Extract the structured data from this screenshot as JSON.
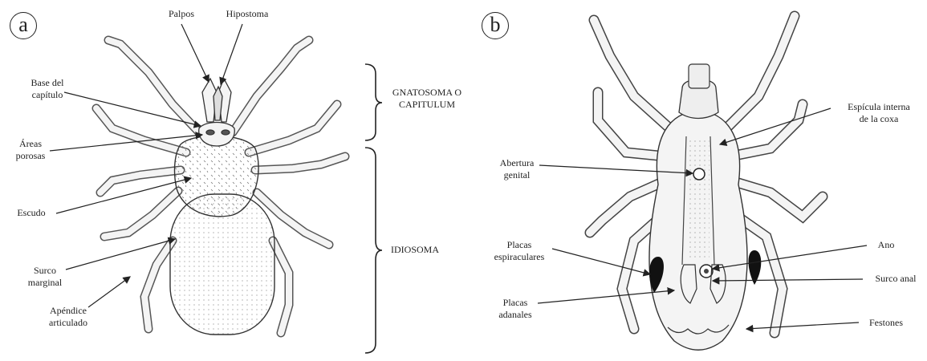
{
  "panel_a": {
    "badge": "a",
    "labels": {
      "palpos": "Palpos",
      "hipostoma": "Hipostoma",
      "base_capitulo": "Base del\ncapítulo",
      "areas_porosas": "Áreas\nporosas",
      "escudo": "Escudo",
      "surco_marginal": "Surco\nmarginal",
      "apendice": "Apéndice\narticulado",
      "gnatosoma": "GNATOSOMA O\nCAPITULUM",
      "idiosoma": "IDIOSOMA"
    }
  },
  "panel_b": {
    "badge": "b",
    "labels": {
      "espicula": "Espícula interna\nde la coxa",
      "abertura": "Abertura\ngenital",
      "ano": "Ano",
      "placas_espiraculares": "Placas\nespiraculares",
      "surco_anal": "Surco anal",
      "placas_adanales": "Placas\nadanales",
      "festones": "Festones"
    }
  },
  "colors": {
    "ink": "#222222",
    "fill": "#f4f4f4",
    "plate": "#111111"
  }
}
